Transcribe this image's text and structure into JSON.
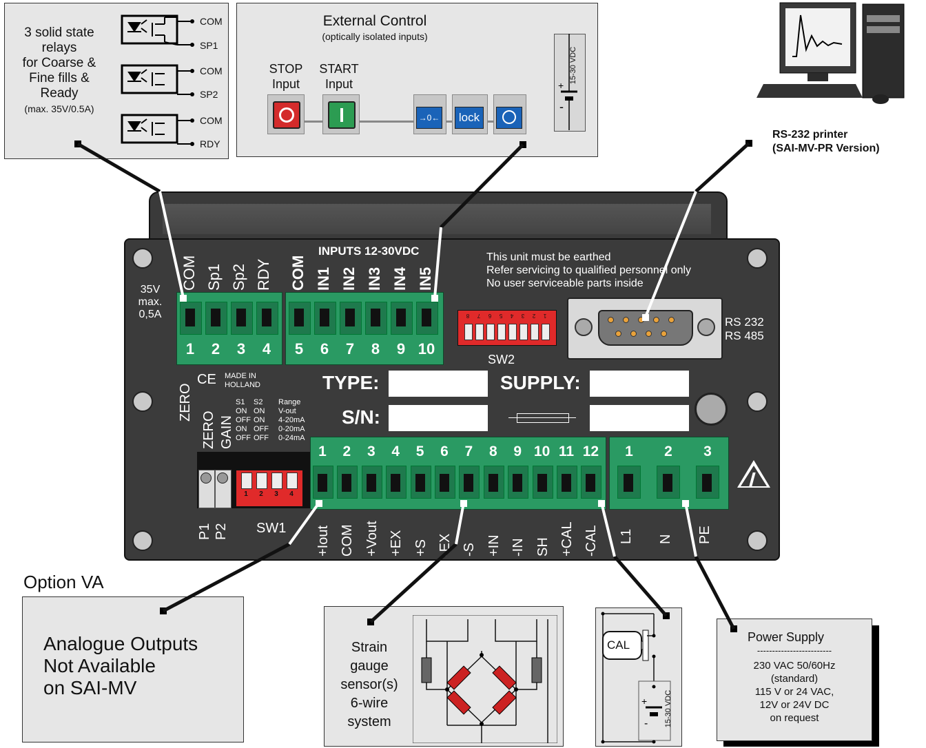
{
  "relay_box": {
    "lines": [
      "3 solid state",
      "relays",
      "for Coarse &",
      "Fine fills &",
      "Ready"
    ],
    "spec": "(max. 35V/0.5A)",
    "outputs": [
      "COM",
      "SP1",
      "COM",
      "SP2",
      "COM",
      "RDY"
    ]
  },
  "ext_control": {
    "title": "External Control",
    "subtitle": "(optically isolated inputs)",
    "stop_label": [
      "STOP",
      "Input"
    ],
    "start_label": [
      "START",
      "Input"
    ],
    "stop_symbol": "O",
    "start_symbol": "I",
    "zero_symbol": "→0←",
    "lock_label": "lock",
    "voltage": "15-30 VDC"
  },
  "printer": {
    "line1": "RS-232 printer",
    "line2": "(SAI-MV-PR Version)"
  },
  "panel": {
    "relay_headers": [
      "COM",
      "Sp1",
      "Sp2",
      "RDY"
    ],
    "input_headers": [
      "COM",
      "IN1",
      "IN2",
      "IN3",
      "IN4",
      "IN5"
    ],
    "inputs_title": "INPUTS 12-30VDC",
    "rating": [
      "35V",
      "max.",
      "0,5A"
    ],
    "warnings": [
      "This unit must be earthed",
      "Refer servicing to qualified personnel only",
      "No user serviceable parts inside"
    ],
    "relay_numbers": [
      "1",
      "2",
      "3",
      "4"
    ],
    "input_numbers": [
      "5",
      "6",
      "7",
      "8",
      "9",
      "10"
    ],
    "sw2": "SW2",
    "sw2_numbers": [
      "8",
      "7",
      "6",
      "5",
      "4",
      "3",
      "2",
      "1"
    ],
    "rs_labels": [
      "RS 232",
      "RS 485"
    ],
    "ce": "CE",
    "made_in": [
      "MADE IN",
      "HOLLAND"
    ],
    "type_label": "TYPE:",
    "supply_label": "SUPPLY:",
    "sn_label": "S/N:",
    "zero": "ZERO",
    "gain": "GAIN",
    "range_table": {
      "header": [
        "S1",
        "S2",
        "Range"
      ],
      "rows": [
        [
          "ON",
          "ON",
          "V-out"
        ],
        [
          "OFF",
          "ON",
          "4-20mA"
        ],
        [
          "ON",
          "OFF",
          "0-20mA"
        ],
        [
          "OFF",
          "OFF",
          "0-24mA"
        ]
      ]
    },
    "bottom_numbers": [
      "1",
      "2",
      "3",
      "4",
      "5",
      "6",
      "7",
      "8",
      "9",
      "10",
      "11",
      "12"
    ],
    "power_numbers": [
      "1",
      "2",
      "3"
    ],
    "sw1_numbers": [
      "1",
      "2",
      "3",
      "4"
    ],
    "bottom_labels": [
      "+Iout",
      "COM",
      "+Vout",
      "+EX",
      "+S",
      "-EX",
      "-S",
      "+IN",
      "-IN",
      "SH",
      "+CAL",
      "-CAL"
    ],
    "power_labels": [
      "L1",
      "N",
      "PE"
    ],
    "pot_labels": [
      "P1",
      "P2"
    ],
    "sw1": "SW1"
  },
  "option_va": {
    "title": "Option VA",
    "lines": [
      "Analogue Outputs",
      "Not Available",
      "on SAI-MV"
    ]
  },
  "strain": {
    "lines": [
      "Strain",
      "gauge",
      "sensor(s)",
      "6-wire",
      "system"
    ]
  },
  "cal": {
    "label": "CAL",
    "voltage": "15-30 VDC"
  },
  "power_supply": {
    "title": "Power Supply",
    "dash": "-------------------------",
    "lines": [
      "230 VAC 50/60Hz",
      "(standard)",
      "115 V or 24 VAC,",
      "12V or 24V DC",
      "on request"
    ]
  }
}
